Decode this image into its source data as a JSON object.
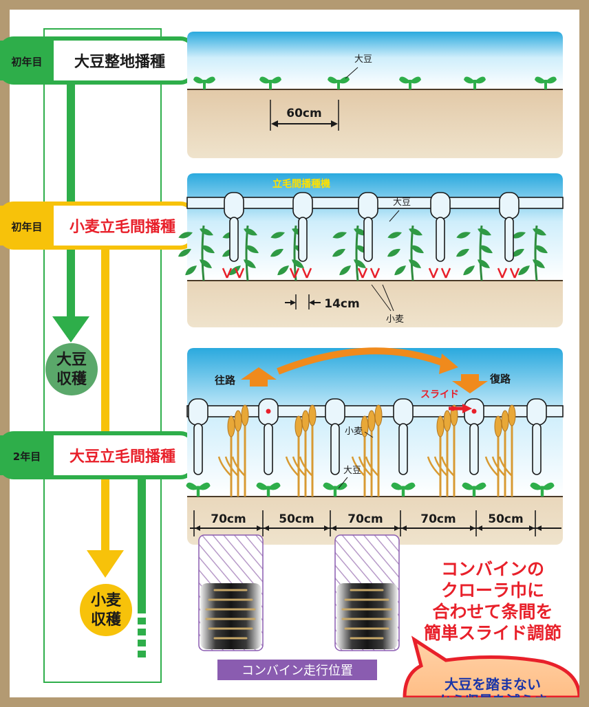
{
  "steps": [
    {
      "year": "初年目",
      "title": "大豆整地播種",
      "title_color": "#1a1a1a",
      "accent": "#2eae4a"
    },
    {
      "year": "初年目",
      "title": "小麦立毛間播種",
      "title_color": "#e8202a",
      "accent": "#f7c20a"
    },
    {
      "year": "2年目",
      "title": "大豆立毛間播種",
      "title_color": "#e8202a",
      "accent": "#2eae4a"
    }
  ],
  "harvest": {
    "soy": [
      "大豆",
      "収穫"
    ],
    "wheat": [
      "小麦",
      "収穫"
    ]
  },
  "panel1": {
    "soy_label": "大豆",
    "spacing": "60cm"
  },
  "panel2": {
    "machine_label": "立毛間播種機",
    "soy_label": "大豆",
    "spacing": "14cm",
    "wheat_label": "小麦"
  },
  "panel3": {
    "outbound": "往路",
    "return": "復路",
    "slide": "スライド",
    "wheat_label": "小麦",
    "soy_label": "大豆",
    "spacings": [
      "70cm",
      "50cm",
      "70cm",
      "70cm",
      "50cm"
    ]
  },
  "combine_caption": "コンバイン走行位置",
  "note_lines": [
    "コンバインの",
    "クローラ巾に",
    "合わせて条間を",
    "簡単スライド調節"
  ],
  "bubble_lines": [
    "大豆を踏まない",
    "から収量を減らさ"
  ],
  "colors": {
    "green": "#2eae4a",
    "yellow": "#f7c20a",
    "red": "#e8202a",
    "orange": "#f08a1c",
    "purple": "#8a5cb0",
    "frame": "#b39a72"
  }
}
